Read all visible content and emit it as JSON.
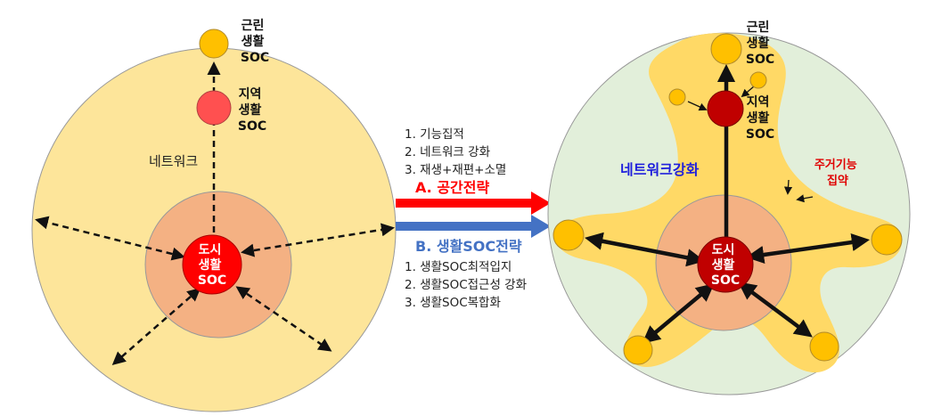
{
  "left": {
    "network_label": "네트워크",
    "neighborhood_soc": [
      "근린",
      "생활",
      "SOC"
    ],
    "regional_soc": [
      "지역",
      "생활",
      "SOC"
    ],
    "city_soc": [
      "도시",
      "생활",
      "SOC"
    ]
  },
  "middle": {
    "list_a": [
      "1.  기능집적",
      "2.  네트워크 강화",
      "3.  재생+재편+소멸"
    ],
    "strategy_a": "A. 공간전략",
    "strategy_b": "B. 생활SOC전략",
    "list_b": [
      "1.  생활SOC최적입지",
      "2.  생활SOC접근성 강화",
      "3.  생활SOC복합화"
    ]
  },
  "right": {
    "network_strengthening": "네트워크강화",
    "residential_concentration": [
      "주거기능",
      "집약"
    ],
    "neighborhood_soc": [
      "근린",
      "생활",
      "SOC"
    ],
    "regional_soc": [
      "지역",
      "생활",
      "SOC"
    ],
    "city_soc": [
      "도시",
      "생활",
      "SOC"
    ]
  },
  "colors": {
    "left_outer": "#fde59a",
    "inner_ring": "#f4b183",
    "city_core_left": "#ff0000",
    "city_core_right": "#c00000",
    "regional_left": "#ff5050",
    "yellow_node": "#ffc000",
    "right_outer": "#e2efda",
    "right_blob": "#ffd966",
    "arrow_red": "#ff0000",
    "arrow_blue": "#4472c4",
    "text_blue": "#1f1fdc",
    "text_red": "#e00000"
  }
}
